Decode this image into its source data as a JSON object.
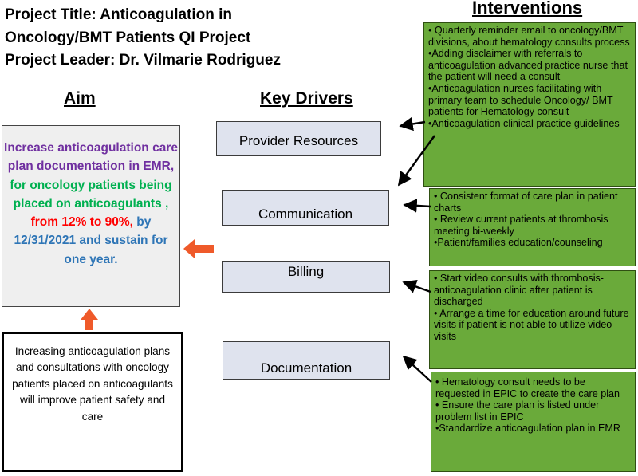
{
  "title": {
    "line1": "Project Title: Anticoagulation in",
    "line2": "Oncology/BMT Patients QI Project",
    "line3": "Project Leader: Dr. Vilmarie Rodriguez"
  },
  "headings": {
    "aim": "Aim",
    "key_drivers": "Key Drivers",
    "interventions": "Interventions"
  },
  "aim": {
    "part1": "Increase anticoagulation care plan documentation in EMR,",
    "part2": " for oncology patients being placed on anticoagulants ,",
    "part3": " from 12% to 90%,",
    "part4": " by 12/31/2021 and sustain for one year."
  },
  "hypothesis": "Increasing  anticoagulation plans and consultations with oncology patients placed on anticoagulants will improve patient safety and care",
  "drivers": {
    "provider": "Provider Resources",
    "communication": "Communication",
    "billing": "Billing",
    "documentation": "Documentation"
  },
  "interventions": {
    "provider": [
      "• Quarterly reminder email to oncology/BMT divisions, about hematology consults process",
      "•Adding disclaimer with referrals to anticoagulation advanced practice nurse that the patient will need a consult",
      "•Anticoagulation nurses facilitating with primary team to schedule Oncology/ BMT patients for Hematology consult",
      "•Anticoagulation clinical practice guidelines"
    ],
    "communication": [
      "• Consistent format of care plan in patient charts",
      "• Review current patients at thrombosis meeting bi-weekly",
      "•Patient/families education/counseling"
    ],
    "billing": [
      "• Start video consults with thrombosis-anticoagulation clinic after patient is  discharged",
      "• Arrange a time for education around future visits if patient is not able to utilize video visits"
    ],
    "documentation": [
      "• Hematology consult needs to be requested in EPIC to create the care plan",
      "• Ensure the care plan is listed under problem list in EPIC",
      "•Standardize anticoagulation plan in EMR"
    ]
  },
  "colors": {
    "aim_purple": "#7030a0",
    "aim_green": "#00b050",
    "aim_red": "#ff0000",
    "aim_blue": "#2e75b6",
    "intervention_green": "#6aaa3a",
    "driver_fill": "#dfe3ee",
    "arrow_orange": "#ef5a2a"
  }
}
